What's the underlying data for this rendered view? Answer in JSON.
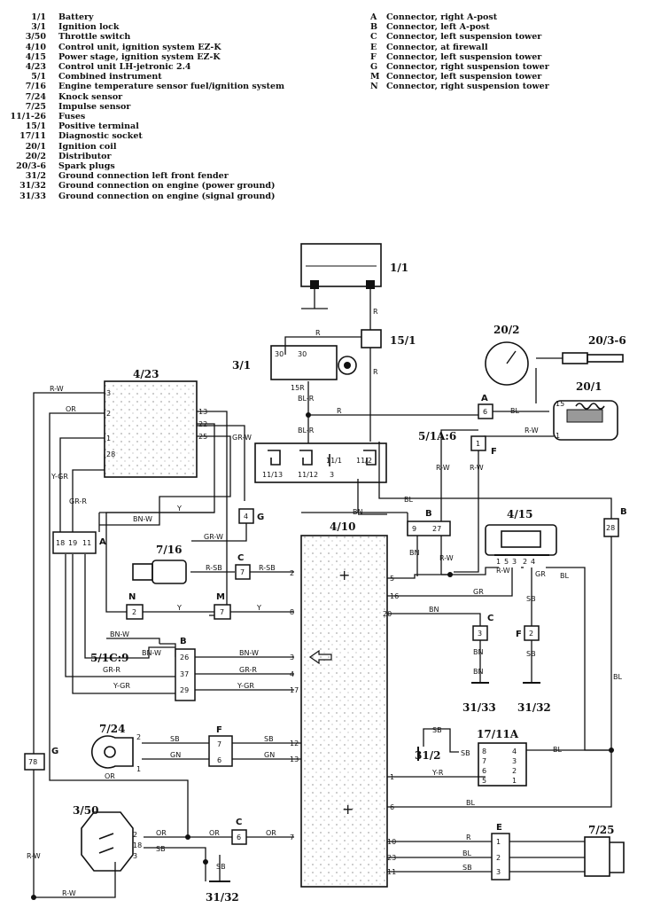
{
  "legend": [
    {
      "code": "1/1",
      "desc": "Battery"
    },
    {
      "code": "3/1",
      "desc": "Ignition lock"
    },
    {
      "code": "3/50",
      "desc": "Throttle switch"
    },
    {
      "code": "4/10",
      "desc": "Control unit, ignition system EZ-K"
    },
    {
      "code": "4/15",
      "desc": "Power stage, ignition system EZ-K"
    },
    {
      "code": "4/23",
      "desc": "Control unit LH-jetronic 2.4"
    },
    {
      "code": "5/1",
      "desc": "Combined instrument"
    },
    {
      "code": "7/16",
      "desc": "Engine temperature sensor fuel/ignition system"
    },
    {
      "code": "7/24",
      "desc": "Knock sensor"
    },
    {
      "code": "7/25",
      "desc": "Impulse sensor"
    },
    {
      "code": "11/1-26",
      "desc": "Fuses"
    },
    {
      "code": "15/1",
      "desc": "Positive terminal"
    },
    {
      "code": "17/11",
      "desc": "Diagnostic socket"
    },
    {
      "code": "20/1",
      "desc": "Ignition coil"
    },
    {
      "code": "20/2",
      "desc": "Distributor"
    },
    {
      "code": "20/3-6",
      "desc": "Spark plugs"
    },
    {
      "code": "31/2",
      "desc": "Ground connection left front fender"
    },
    {
      "code": "31/32",
      "desc": "Ground connection on engine (power ground)"
    },
    {
      "code": "31/33",
      "desc": "Ground connection on engine (signal ground)"
    }
  ],
  "connectors": [
    {
      "code": "A",
      "desc": "Connector, right A-post"
    },
    {
      "code": "B",
      "desc": "Connector, left A-post"
    },
    {
      "code": "C",
      "desc": "Connector, left suspension tower"
    },
    {
      "code": "E",
      "desc": "Connector, at firewall"
    },
    {
      "code": "F",
      "desc": "Connector, left suspension tower"
    },
    {
      "code": "G",
      "desc": "Connector, right suspension tower"
    },
    {
      "code": "M",
      "desc": "Connector, left suspension tower"
    },
    {
      "code": "N",
      "desc": "Connector, right suspension tower"
    }
  ],
  "components": {
    "battery": "1/1",
    "positive_terminal": "15/1",
    "ignition_lock": "3/1",
    "distributor": "20/2",
    "spark_plugs": "20/3-6",
    "ignition_coil": "20/1",
    "lh_unit": "4/23",
    "ezk_unit": "4/10",
    "power_stage": "4/15",
    "temp_sensor": "7/16",
    "knock_sensor": "7/24",
    "impulse_sensor": "7/25",
    "throttle_switch": "3/50",
    "diag_socket": "17/11A",
    "combined_instrument": "5/1A:6",
    "conn_5_1c": "5/1C:9",
    "ground_31_33": "31/33",
    "ground_31_32": "31/32",
    "ground_31_2": "31/2"
  },
  "connector_letters": {
    "A": "A",
    "B": "B",
    "C": "C",
    "E": "E",
    "F": "F",
    "G": "G",
    "M": "M",
    "N": "N"
  },
  "wires": {
    "R": "R",
    "BL_R": "BL-R",
    "BL": "BL",
    "R_W": "R-W",
    "OR": "OR",
    "Y_GR": "Y-GR",
    "GR_R": "GR-R",
    "BN_W": "BN-W",
    "Y": "Y",
    "GR_W": "GR-W",
    "R_SB": "R-SB",
    "BN": "BN",
    "GR": "GR",
    "SB": "SB",
    "GN": "GN",
    "Y_R": "Y-R",
    "Y_GR2": "Y-GR"
  },
  "pins": {
    "p1": "1",
    "p2": "2",
    "p3": "3",
    "p4": "4",
    "p5": "5",
    "p6": "6",
    "p7": "7",
    "p8": "8",
    "p9": "9",
    "p10": "10",
    "p11": "11",
    "p12": "12",
    "p13": "13",
    "p15": "15",
    "p16": "16",
    "p17": "17",
    "p18": "18",
    "p19": "19",
    "p20": "20",
    "p22": "22",
    "p23": "23",
    "p25": "25",
    "p26": "26",
    "p27": "27",
    "p28": "28",
    "p29": "29",
    "p30": "30",
    "p37": "37",
    "p78": "78",
    "p15R": "15R",
    "f11_13": "11/13",
    "f11_12": "11/12",
    "f11_1": "11/1",
    "f11_2": "11/2"
  }
}
